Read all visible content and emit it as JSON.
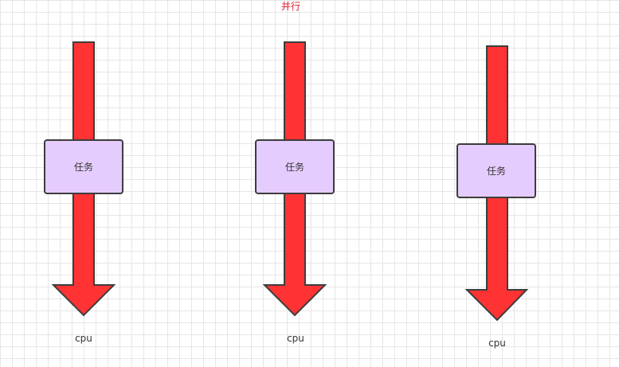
{
  "title": "并行",
  "lanes": [
    {
      "task_label": "任务",
      "cpu_label": "cpu"
    },
    {
      "task_label": "任务",
      "cpu_label": "cpu"
    },
    {
      "task_label": "任务",
      "cpu_label": "cpu"
    }
  ],
  "colors": {
    "arrow_fill": "#ff3333",
    "arrow_stroke": "#3d3d3d",
    "task_fill": "#e5ccff",
    "title_color": "#e0212d",
    "grid": "#e6e6e6"
  }
}
